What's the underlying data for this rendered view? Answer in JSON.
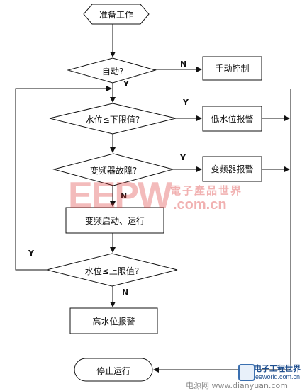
{
  "nodes": {
    "start": "准备工作",
    "auto_check": "自动?",
    "manual": "手动控制",
    "low_check": "水位≤下限值?",
    "low_alarm": "低水位报警",
    "fault_check": "变频器故障?",
    "fault_alarm": "变频器报警",
    "run": "变频启动、运行",
    "high_check": "水位≤上限值?",
    "high_alarm": "高水位报警",
    "stop": "停止运行"
  },
  "labels": {
    "auto_no": "N",
    "auto_yes": "Y",
    "low_yes": "Y",
    "fault_yes": "Y",
    "fault_no": "N",
    "high_yes": "Y",
    "high_no": "N"
  },
  "watermark": {
    "logo": "EEPW",
    "chinese": "電子產品世界",
    "domain": ".com.cn",
    "corner_name": "电子工程世界",
    "corner_site": "eeworld.com.cn",
    "footer": "电源网 www.dianyuan.com"
  }
}
